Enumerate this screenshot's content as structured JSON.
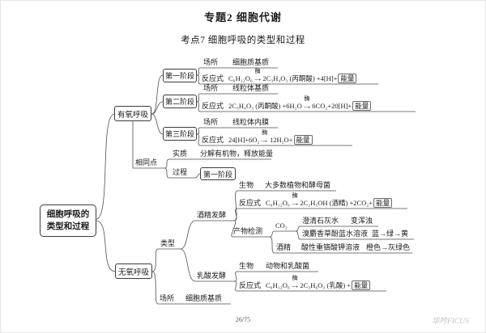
{
  "page": {
    "title": "专题2  细胞代谢",
    "subtitle": "考点7  细胞呼吸的类型和过程",
    "page_number": "26/75",
    "watermark": "华吟FICUS"
  },
  "symbols": {
    "arrow": "→"
  },
  "root": {
    "label": "细胞呼吸的\n类型和过程"
  },
  "aerobic": {
    "label": "有氧呼吸",
    "stages": [
      {
        "label": "第一阶段",
        "site_label": "场所",
        "site": "细胞质基质",
        "rxn_label": "反应式",
        "rxn": {
          "lhs": "C₆H₁₂O₆",
          "enzyme": "酶",
          "rhs": "2C₃H₄O₃ (丙酮酸) +4[H]+",
          "energy": "能量"
        }
      },
      {
        "label": "第二阶段",
        "site_label": "场所",
        "site": "线粒体基质",
        "rxn_label": "反应式",
        "rxn": {
          "lhs": "2C₃H₄O₃ (丙酮酸) +6H₂O",
          "enzyme": "酶",
          "rhs": "6CO₂+20[H]+",
          "energy": "能量"
        }
      },
      {
        "label": "第三阶段",
        "site_label": "场所",
        "site": "线粒体内膜",
        "rxn_label": "反应式",
        "rxn": {
          "lhs": "24[H]+6O₂",
          "enzyme": "酶",
          "rhs": "12H₂O+",
          "energy": "能量"
        }
      }
    ],
    "common": {
      "label": "相同点",
      "essence_label": "实质",
      "essence": "分解有机物，释放能量",
      "process_label": "过程",
      "process": "第一阶段"
    }
  },
  "anaerobic": {
    "label": "无氧呼吸",
    "type_label": "类型",
    "alcohol": {
      "label": "酒精发酵",
      "organism_label": "生物",
      "organism": "大多数植物和酵母菌",
      "rxn_label": "反应式",
      "rxn": {
        "lhs": "C₆H₁₂O₆",
        "enzyme": "酶",
        "rhs": "2C₂H₅OH (酒精) +2CO₂+",
        "energy": "能量"
      },
      "detect_label": "产物检测",
      "co2": {
        "label": "CO₂",
        "lime_reagent": "澄清石灰水",
        "lime_result": "变浑浊",
        "btb_reagent": "溴麝香草酚蓝水溶液",
        "btb_result": "蓝→绿→黄"
      },
      "ethanol": {
        "label": "酒精",
        "reagent": "酸性重铬酸钾溶液",
        "result": "橙色→灰绿色"
      }
    },
    "lactic": {
      "label": "乳酸发酵",
      "organism_label": "生物",
      "organism": "动物和乳酸菌",
      "rxn_label": "反应式",
      "rxn": {
        "lhs": "C₆H₁₂O₆",
        "enzyme": "酶",
        "rhs": "2C₃H₆O₃ (乳酸) +",
        "energy": "能量"
      }
    },
    "site_label": "场所",
    "site": "细胞质基质"
  }
}
